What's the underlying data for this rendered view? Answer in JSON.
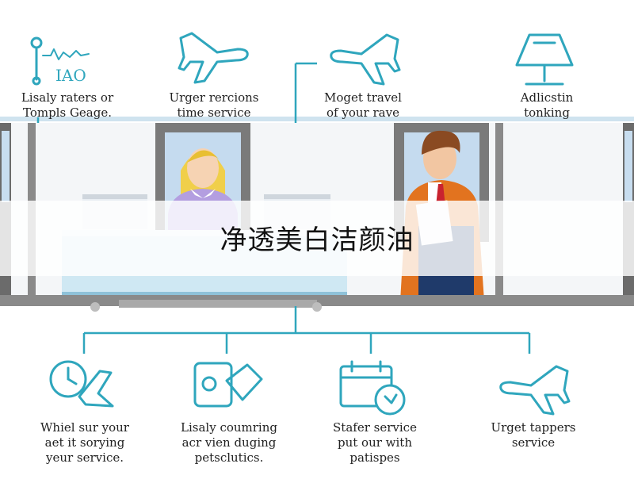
{
  "top_items": [
    {
      "icon": "iao-gauge-icon",
      "iao_text": "IAO",
      "line1": "Lisaly raters or",
      "line2": "Tompls Geage."
    },
    {
      "icon": "airplane-icon",
      "line1": "Urger rercions",
      "line2": "time service"
    },
    {
      "icon": "airplane-icon",
      "line1": "Moget travel",
      "line2": "of your rave"
    },
    {
      "icon": "lamp-icon",
      "line1": "Adlicstin",
      "line2": "tonking"
    }
  ],
  "bottom_items": [
    {
      "icon": "clock-plane-icon",
      "line1": "Whiel sur your",
      "line2": "aet it sorying",
      "line3": "yeur service."
    },
    {
      "icon": "document-tag-icon",
      "line1": "Lisaly coumring",
      "line2": "acr vien duging",
      "line3": "petsclutics."
    },
    {
      "icon": "calendar-clock-icon",
      "line1": "Stafer service",
      "line2": "put our with",
      "line3": "patispes"
    },
    {
      "icon": "airplane-icon",
      "line1": "Urget tappers",
      "line2": "service"
    }
  ],
  "banner": {
    "text": "净透美白洁颜油"
  },
  "colors": {
    "accent": "#2fa6bd",
    "counter": "#cfe8f3",
    "desk_frame": "#6b6b6b",
    "suit": "#e2731f"
  }
}
